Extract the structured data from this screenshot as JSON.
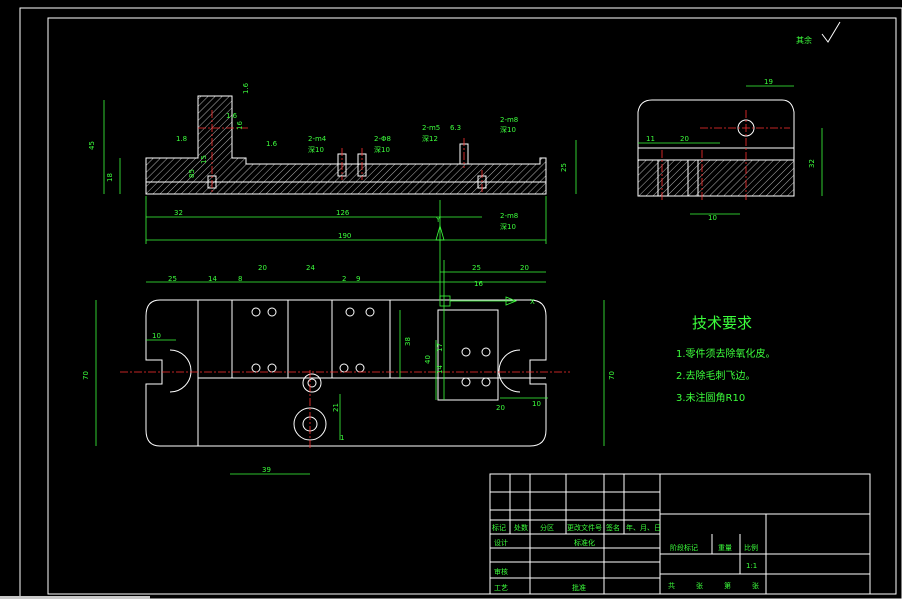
{
  "roughness_note": "其余",
  "requirements": {
    "title": "技术要求",
    "items": [
      "1.零件须去除氧化皮。",
      "2.去除毛刺飞边。",
      "3.未注圆角R10"
    ]
  },
  "front_view_dims": {
    "height_45": "45",
    "height_18": "18",
    "height_25": "25",
    "width_32": "32",
    "width_126": "126",
    "width_190": "190",
    "label_1_6a": "1.6",
    "label_1_6b": "1.6",
    "label_1_6c": "1.6",
    "label_1_8": "1.8",
    "label_2m4": "2-m4",
    "label_deep10a": "深10",
    "label_2phi8": "2-Φ8",
    "label_deep10b": "深10",
    "label_2m5": "2-m5",
    "label_deep12": "深12",
    "label_6_3": "6.3",
    "label_2m8": "2-m8",
    "label_deep10c": "深10",
    "label_2m8b": "2-m8",
    "label_deep10d": "深10",
    "label_16": "16",
    "label_15": "15",
    "label_85": "85"
  },
  "side_view_dims": {
    "width_19": "19",
    "width_11": "11",
    "width_20": "20",
    "width_10": "10",
    "height_32": "32"
  },
  "axis_labels": {
    "y": "Y",
    "x": "X"
  },
  "top_view_dims": {
    "w25a": "25",
    "w14a": "14",
    "w8": "8",
    "w20a": "20",
    "w24": "24",
    "w2a": "2",
    "w9a": "9",
    "w25b": "25",
    "w20b": "20",
    "w10a": "10",
    "w16": "16",
    "w10b": "10",
    "w20c": "20",
    "h70a": "70",
    "h70b": "70",
    "h38": "38",
    "h40": "40",
    "h17": "17",
    "h14": "14",
    "h21": "21",
    "w39": "39",
    "w1": "1"
  },
  "title_block": {
    "row_labels": [
      "标记",
      "处数",
      "分区",
      "更改文件号",
      "签名",
      "年、月、日"
    ],
    "design": "设计",
    "standard": "标准化",
    "review": "审核",
    "process": "工艺",
    "approve": "批准",
    "stage_mark": "阶段标记",
    "weight": "重量",
    "scale_label": "比例",
    "scale_value": "1:1",
    "sheets": [
      "共",
      "张",
      "第",
      "张"
    ]
  }
}
